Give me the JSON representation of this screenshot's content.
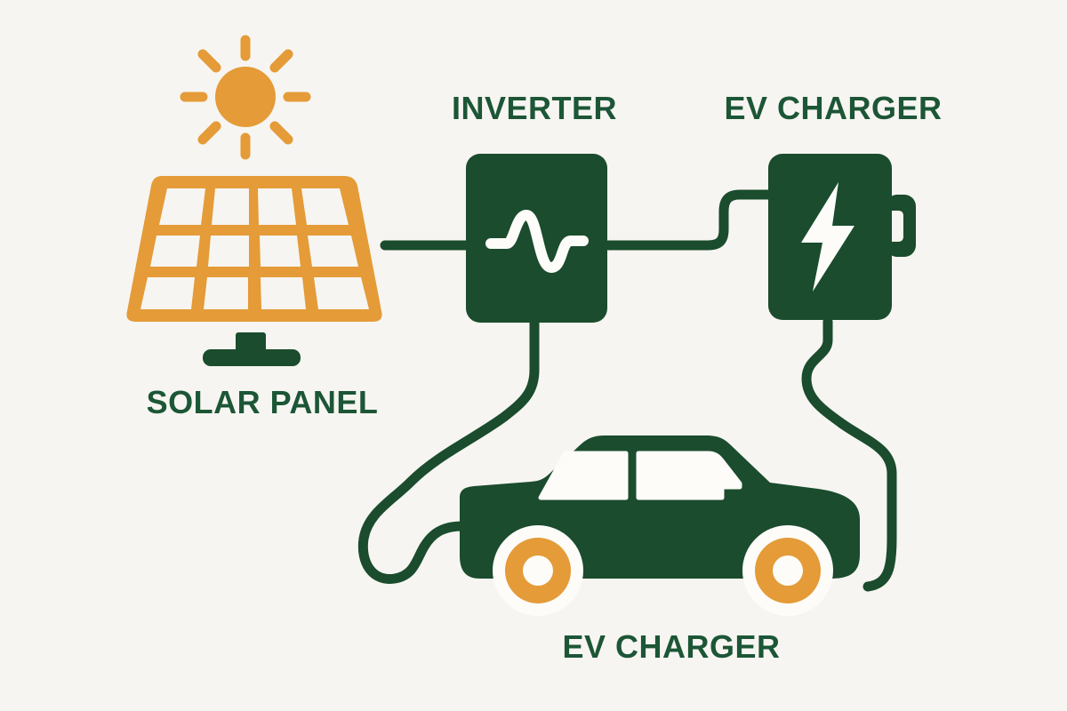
{
  "colors": {
    "background": "#F7F5F1",
    "green": "#1A4C2D",
    "text_green": "#1C5636",
    "orange": "#E49B38",
    "cutout_white": "#FDFCF9"
  },
  "diagram": {
    "nodes": [
      {
        "id": "solar-panel",
        "label": "SOLAR PANEL",
        "icon": "solar-panel-icon"
      },
      {
        "id": "inverter",
        "label": "INVERTER",
        "icon": "sine-wave-icon"
      },
      {
        "id": "ev-charger",
        "label": "EV CHARGER",
        "icon": "lightning-bolt-icon"
      },
      {
        "id": "ev-car",
        "label": "EV CHARGER",
        "icon": "electric-car-icon"
      }
    ],
    "connections": [
      {
        "from": "solar-panel",
        "to": "inverter",
        "style": "straight-wire"
      },
      {
        "from": "inverter",
        "to": "ev-charger",
        "style": "stepped-wire"
      },
      {
        "from": "inverter",
        "to": "ev-car",
        "style": "looping-cable"
      },
      {
        "from": "ev-charger",
        "to": "ev-car",
        "style": "curved-cable"
      }
    ],
    "decorations": [
      {
        "id": "sun",
        "icon": "sun-icon"
      }
    ]
  }
}
